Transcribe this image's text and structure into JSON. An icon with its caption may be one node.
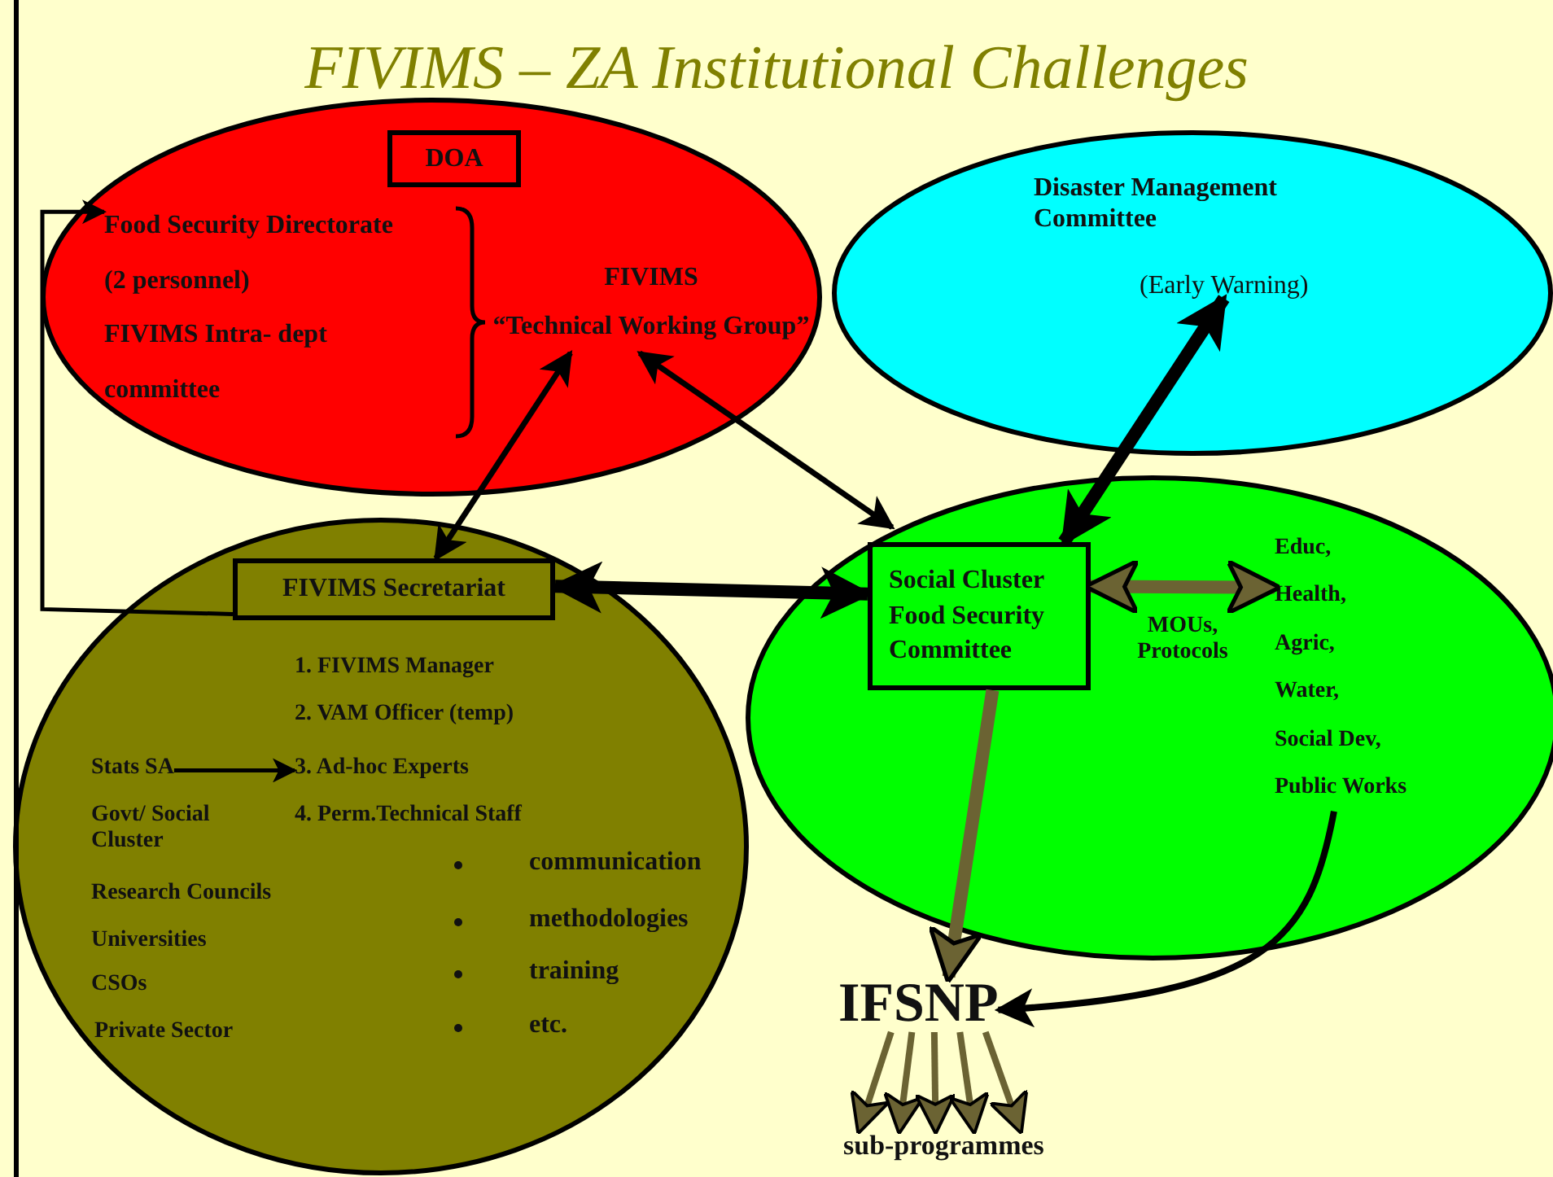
{
  "diagram": {
    "title": "FIVIMS – ZA Institutional Challenges",
    "nodes": [
      {
        "text": [],
        "shape": "ellipse"
      },
      {
        "text": [
          "DOA"
        ],
        "in": 0
      },
      {
        "text": [
          "Food Security Directorate (2 personnel)",
          "FIVIMS Intra- dept committee"
        ],
        "in": 0
      },
      {
        "text": [
          "FIVIMS",
          "“Technical Working Group”"
        ],
        "in": 0
      },
      {
        "text": [
          "Disaster Management Committee"
        ]
      },
      {
        "text": [
          "(Early Warning)"
        ],
        "in": 4
      },
      {
        "text": [],
        "shape": "ellipse"
      },
      {
        "text": [
          "FIVIMS Secretariat"
        ],
        "in": 6
      },
      {
        "text": [
          "Stats SA"
        ],
        "in": 6
      },
      {
        "text": [
          "3. Ad-hoc Experts"
        ],
        "in": 6
      },
      {
        "text": [],
        "shape": "ellipse"
      },
      {
        "text": [
          "Social Cluster",
          "Food Security Committee"
        ],
        "in": 10
      },
      {
        "text": [
          "Educ,",
          "Health,",
          "Agric,",
          "Water,",
          "Social Dev,",
          "Public Works"
        ],
        "in": 10
      },
      {
        "text": [
          "IFSNP"
        ]
      },
      {
        "text": [
          "sub-programmes"
        ]
      }
    ],
    "edges": [
      {
        "from": 7,
        "to": 2,
        "arrow": "to"
      },
      {
        "from": 7,
        "to": 3,
        "arrow": "both"
      },
      {
        "from": 3,
        "to": 11,
        "arrow": "both"
      },
      {
        "from": 7,
        "to": 11,
        "arrow": "both",
        "style": "thick"
      },
      {
        "from": 11,
        "to": 5,
        "arrow": "both",
        "style": "thick"
      },
      {
        "from": 11,
        "to": 12,
        "arrow": "both",
        "style": "thick",
        "color": "#6b6333",
        "label": "MOUs, Protocols"
      },
      {
        "from": 8,
        "to": 9,
        "arrow": "to"
      },
      {
        "from": 11,
        "to": 13,
        "arrow": "to",
        "style": "thick",
        "color": "#6b6333"
      },
      {
        "from": 12,
        "to": 13,
        "arrow": "to"
      },
      {
        "from": 13,
        "to": 14,
        "arrow": "to",
        "color": "#6b6333"
      },
      {
        "from": 13,
        "to": 14,
        "arrow": "to",
        "color": "#6b6333"
      },
      {
        "from": 13,
        "to": 14,
        "arrow": "to",
        "color": "#6b6333"
      },
      {
        "from": 13,
        "to": 14,
        "arrow": "to",
        "color": "#6b6333"
      },
      {
        "from": 13,
        "to": 14,
        "arrow": "to",
        "color": "#6b6333"
      }
    ],
    "labels": [
      "1. FIVIMS Manager",
      "2. VAM Officer (temp)",
      "4. Perm.Technical Staff",
      "Govt/ Social Cluster",
      "Research Councils",
      "Universities",
      "CSOs",
      "Private Sector",
      "communication",
      "methodologies",
      "training",
      "etc."
    ]
  }
}
